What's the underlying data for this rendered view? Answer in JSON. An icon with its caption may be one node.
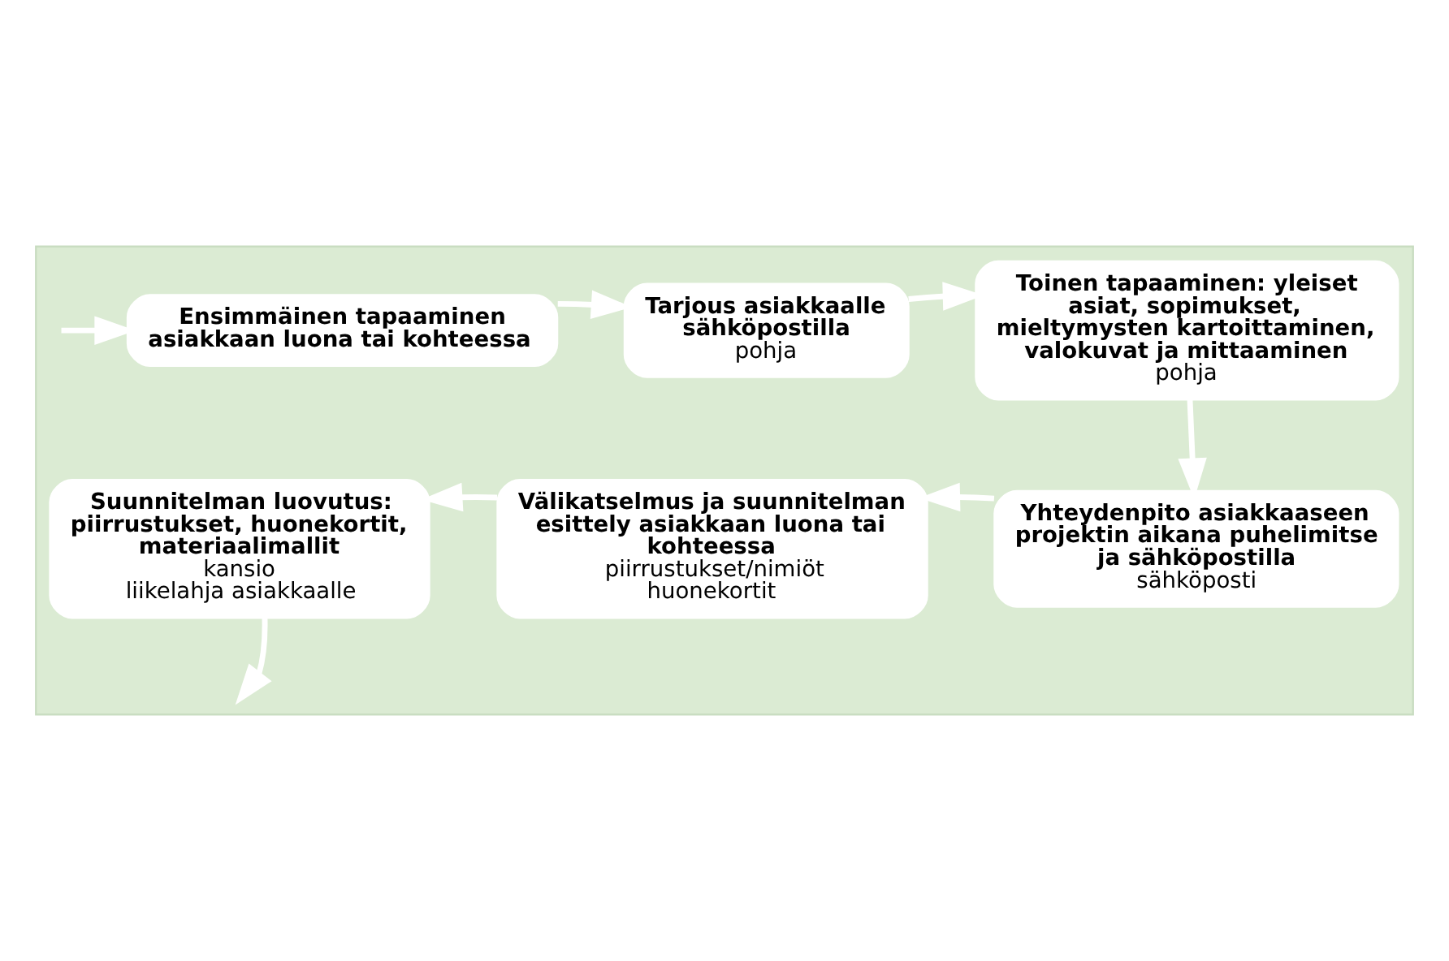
{
  "diagram": {
    "nodes": [
      {
        "text": [],
        "shape": "box"
      },
      {
        "text": [
          "Ensimmäinen tapaaminen asiakkaan luona tai kohteessa"
        ],
        "in": 0
      },
      {
        "text": [
          "Tarjous asiakkaalle sähköpostilla",
          "pohja"
        ],
        "in": 0
      },
      {
        "text": [
          "Toinen tapaaminen: yleiset asiat, sopimukset, mieltymysten kartoittaminen, valokuvat ja mittaaminen",
          "pohja"
        ],
        "in": 0
      },
      {
        "text": [
          "Yhteydenpito asiakkaaseen projektin aikana puhelimitse ja sähköpostilla",
          "sähköposti"
        ],
        "in": 0
      },
      {
        "text": [
          "Välikatselmus ja suunnitelman esittely asiakkaan luona tai kohteessa",
          "piirrustukset/nimiöt",
          "huonekortit"
        ],
        "in": 0
      },
      {
        "text": [
          "Suunnitelman luovutus: piirrustukset, huonekortit, materiaalimallit",
          "kansio",
          "liikelahja asiakkaalle"
        ],
        "in": 0
      }
    ],
    "edges": [
      {
        "from": null,
        "to": 1,
        "arrow": "to"
      },
      {
        "from": 1,
        "to": 2,
        "arrow": "to"
      },
      {
        "from": 2,
        "to": 3,
        "arrow": "to"
      },
      {
        "from": 3,
        "to": 4,
        "arrow": "to"
      },
      {
        "from": 4,
        "to": 5,
        "arrow": "to"
      },
      {
        "from": 5,
        "to": 6,
        "arrow": "to"
      },
      {
        "from": 6,
        "to": null,
        "arrow": "to"
      }
    ]
  }
}
